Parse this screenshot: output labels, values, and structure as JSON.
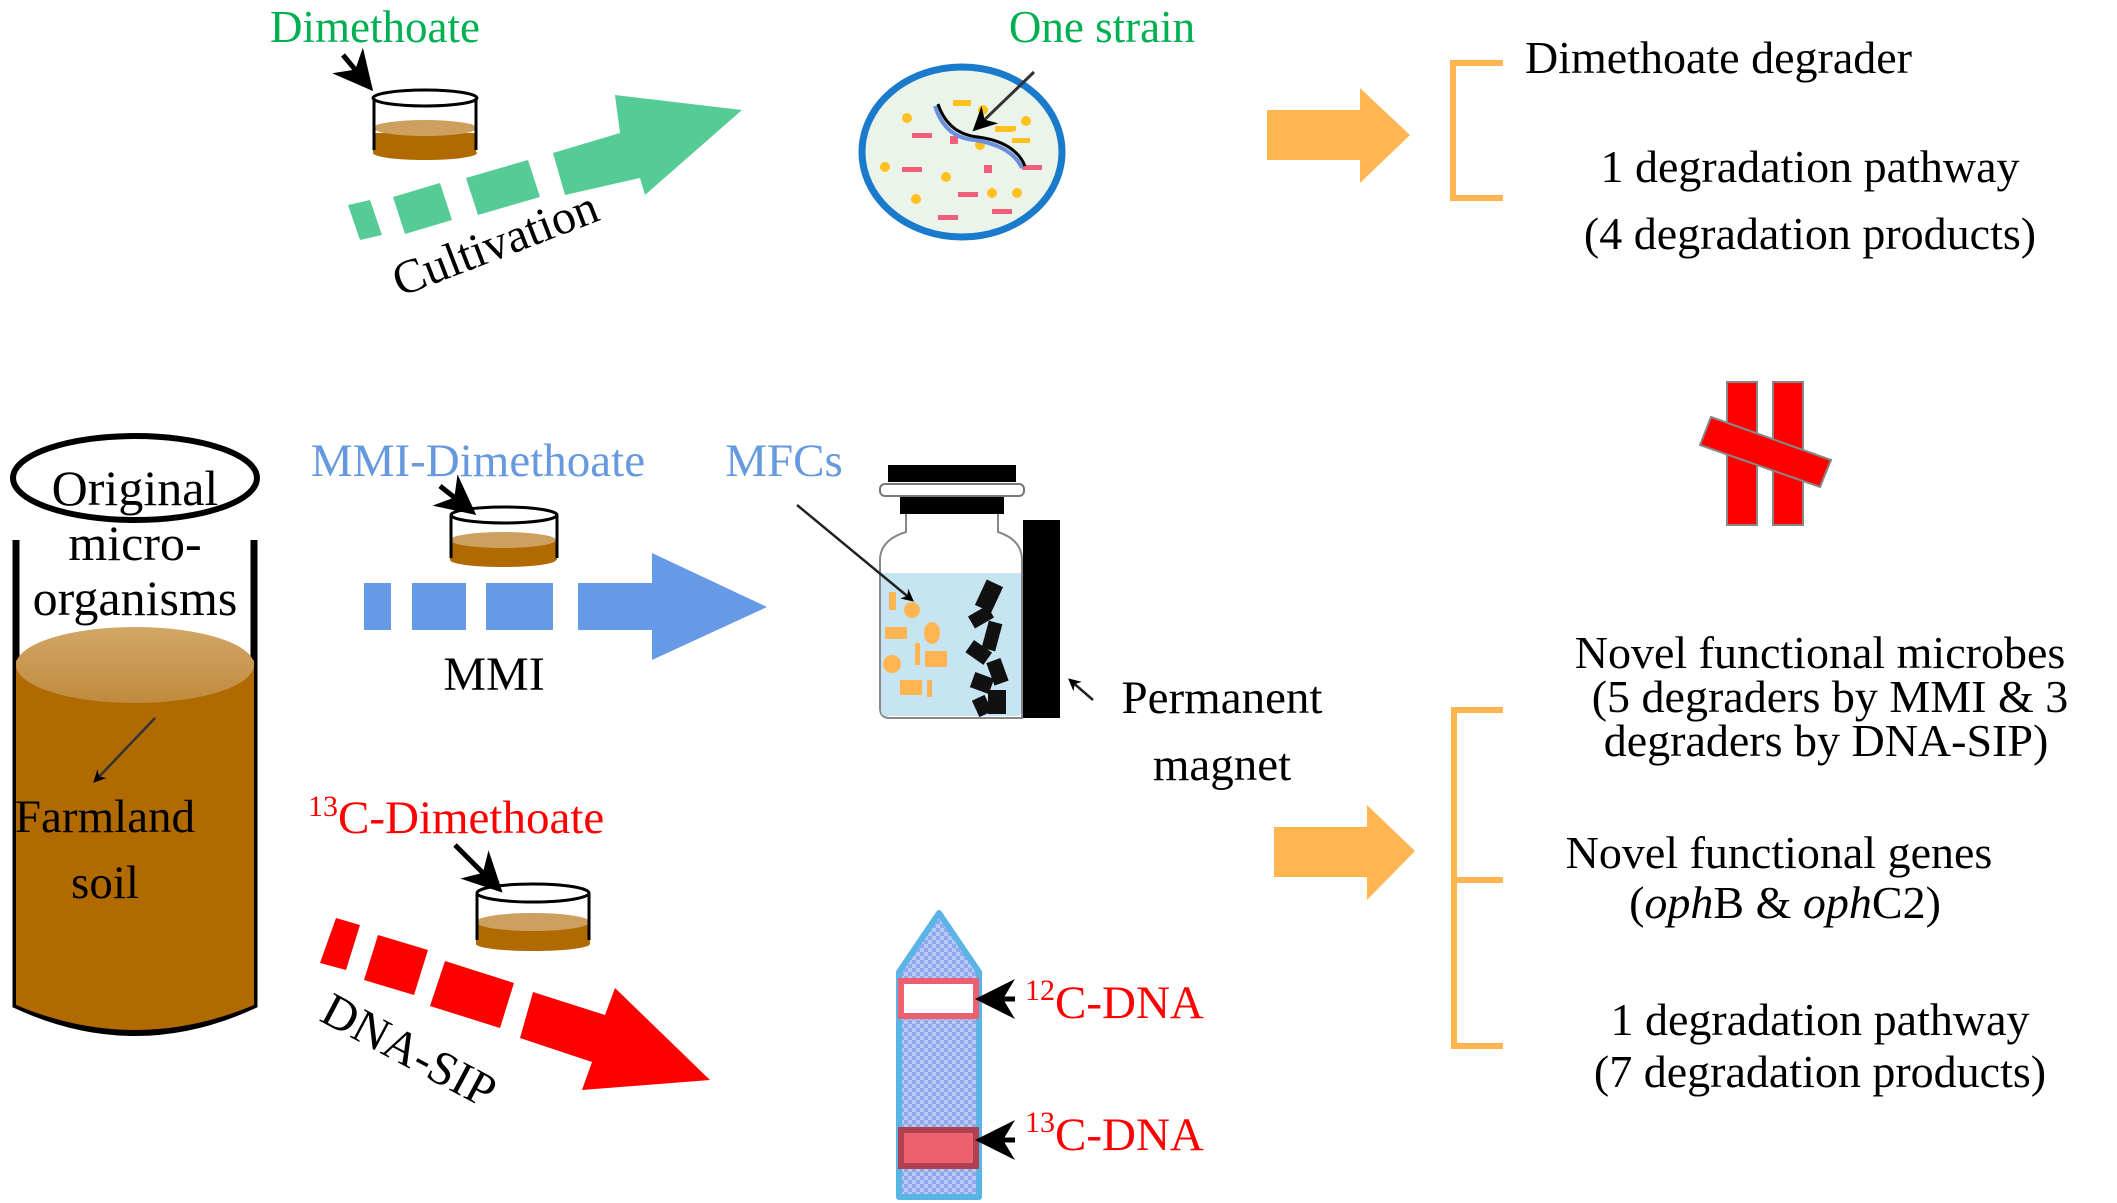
{
  "colors": {
    "cultivation_green": "#55cc96",
    "label_green": "#00b050",
    "mmi_blue": "#6699e6",
    "label_blue": "#6699dd",
    "sip_red": "#ff0000",
    "result_orange": "#ffb652",
    "soil_brown": "#b06a00",
    "soil_light": "#cda060",
    "dish_blue": "#1a7acc",
    "dish_fill": "#eaf4ea",
    "tube_blue": "#5ab4e6",
    "band_pink": "#ec6070",
    "band_dark": "#b04050",
    "liquid_blue": "#c6e4f2"
  },
  "source": {
    "container_label": [
      "Original",
      "micro-",
      "organisms"
    ],
    "soil_label": [
      "Farmland",
      "soil"
    ]
  },
  "cultivation_route": {
    "substrate_label": "Dimethoate",
    "method_label": "Cultivation",
    "result_label": "One strain",
    "outcomes": {
      "first": "Dimethoate degrader",
      "second_line1": "1 degradation pathway",
      "second_line2": "(4 degradation products)"
    }
  },
  "mmi_route": {
    "substrate_label": "MMI-Dimethoate",
    "method_label": "MMI",
    "particles_label": "MFCs",
    "magnet_label": [
      "Permanent",
      "magnet"
    ]
  },
  "sip_route": {
    "substrate_sup": "13",
    "substrate_label": "C-Dimethoate",
    "method_label": "DNA-SIP",
    "band_light_sup": "12",
    "band_light_label": "C-DNA",
    "band_heavy_sup": "13",
    "band_heavy_label": "C-DNA"
  },
  "comparison_symbol": "not-equal",
  "combined_outcomes": {
    "microbes_title": "Novel functional microbes",
    "microbes_detail1": "(5 degraders by MMI & 3",
    "microbes_detail2": "degraders by DNA-SIP)",
    "genes_title": "Novel functional genes",
    "genes_open": "(",
    "gene1_italic": "oph",
    "gene1_rest": "B & ",
    "gene2_italic": "oph",
    "gene2_rest": "C2)",
    "pathway_line1": "1 degradation pathway",
    "pathway_line2": "(7 degradation products)"
  }
}
